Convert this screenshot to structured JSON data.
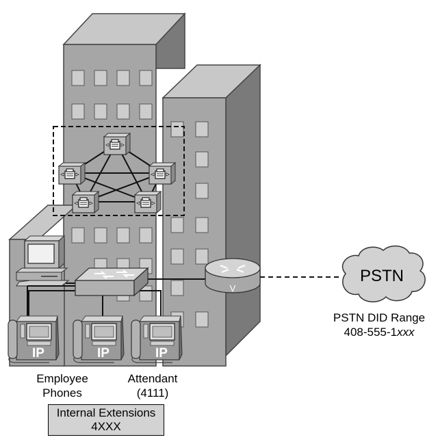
{
  "pstn": {
    "label": "PSTN",
    "did_title": "PSTN DID Range",
    "did_prefix": "408-555-1",
    "did_suffix": "xxx"
  },
  "phones": {
    "employee_line1": "Employee",
    "employee_line2": "Phones",
    "attendant_line1": "Attendant",
    "attendant_line2": "(4111)",
    "ip_label": "IP"
  },
  "router": {
    "label": "V"
  },
  "extensions": {
    "line1": "Internal Extensions",
    "line2": "4XXX"
  },
  "colors": {
    "building_front": "#a6a6a6",
    "building_top": "#c8c8c8",
    "building_side": "#7a7a7a",
    "window": "#cdcdcd",
    "cloud": "#d2d2d2",
    "extension_box": "#d3d3d3"
  }
}
